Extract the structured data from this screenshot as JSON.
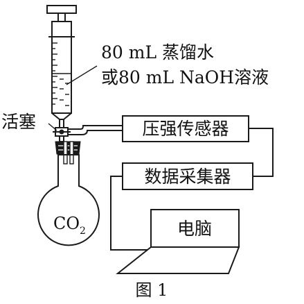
{
  "labels": {
    "syringe_line1": "80 mL 蒸馏水",
    "syringe_line2": "或80 mL NaOH溶液",
    "valve": "活塞",
    "pressure_sensor": "压强传感器",
    "data_collector": "数据采集器",
    "computer": "电脑",
    "flask_gas": "CO",
    "flask_gas_subscript": "2",
    "figure_caption": "图 1"
  },
  "icons": {
    "syringe": "syringe-icon",
    "flask": "round-bottom-flask-icon",
    "laptop": "laptop-icon"
  },
  "colors": {
    "line": "#1a1a1a",
    "background": "#ffffff"
  }
}
